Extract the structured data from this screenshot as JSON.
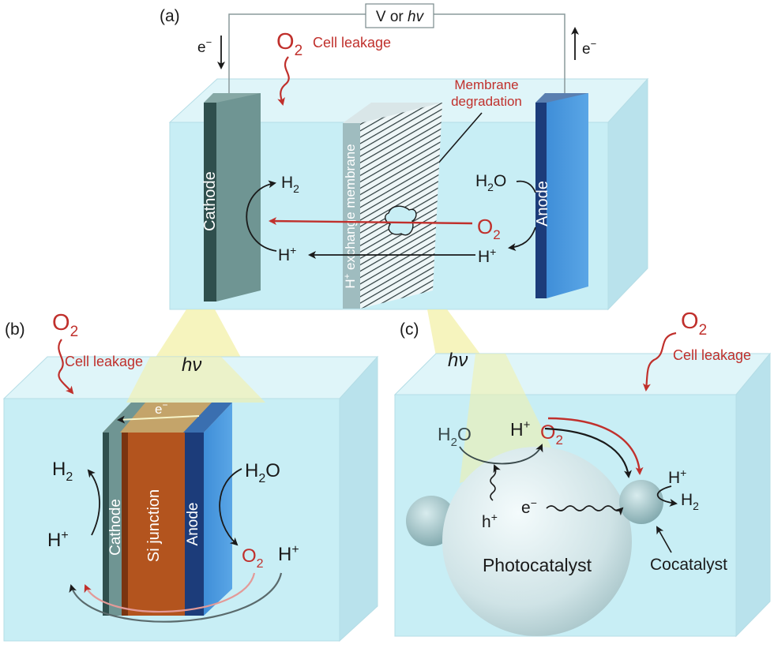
{
  "panel_a": {
    "label": "(a)",
    "source_prefix": "V or ",
    "source_italic": "hv",
    "electron_left": "e",
    "electron_right": "e",
    "minus": "−",
    "o2_leak_o": "O",
    "o2_leak_sub": "2",
    "cell_leakage": "Cell leakage",
    "membrane_degradation_line1": "Membrane",
    "membrane_degradation_line2": "degradation",
    "cathode": "Cathode",
    "anode": "Anode",
    "membrane_label_prefix": "H",
    "membrane_label_sup": "+",
    "membrane_label_rest": " exchange membrane",
    "h2_h": "H",
    "h2_sub": "2",
    "hplus_h": "H",
    "hplus_sup": "+",
    "h2o_h": "H",
    "h2o_sub": "2",
    "h2o_o": "O",
    "o2_mid_o": "O",
    "o2_mid_sub": "2",
    "hplus_right_h": "H",
    "hplus_right_sup": "+"
  },
  "panel_b": {
    "label": "(b)",
    "o2_o": "O",
    "o2_sub": "2",
    "cell_leakage": "Cell leakage",
    "hv": "hν",
    "electron": "e",
    "minus": "−",
    "cathode": "Cathode",
    "si_junction": "Si junction",
    "anode": "Anode",
    "h2_h": "H",
    "h2_sub": "2",
    "hplus_h": "H",
    "hplus_sup": "+",
    "h2o_h": "H",
    "h2o_sub": "2",
    "h2o_o": "O",
    "o2_out_o": "O",
    "o2_out_sub": "2",
    "hplus_out_h": "H",
    "hplus_out_sup": "+"
  },
  "panel_c": {
    "label": "(c)",
    "o2_o": "O",
    "o2_sub": "2",
    "cell_leakage": "Cell leakage",
    "hv": "hν",
    "h2o_h": "H",
    "h2o_sub": "2",
    "h2o_o": "O",
    "hplus_h": "H",
    "hplus_sup": "+",
    "o2_prod_o": "O",
    "o2_prod_sub": "2",
    "hplus_right_h": "H",
    "hplus_right_sup": "+",
    "h2_h": "H",
    "h2_sub": "2",
    "hole_h": "h",
    "hole_sup": "+",
    "electron": "e",
    "minus": "−",
    "photocatalyst": "Photocatalyst",
    "cocatalyst": "Cocatalyst"
  },
  "colors": {
    "electrolyte": "#c8eef5",
    "electrolyte_edge": "#a9dbe6",
    "cathode": "#5f8a87",
    "cathode_dark": "#2f4f4d",
    "anode": "#3f8ed8",
    "anode_dark": "#1c3c7a",
    "si": "#b3541e",
    "si_dark": "#7a3410",
    "light_cone": "#f3f0a8",
    "accent_red": "#c0302c",
    "sphere": "#d7e8ea"
  }
}
